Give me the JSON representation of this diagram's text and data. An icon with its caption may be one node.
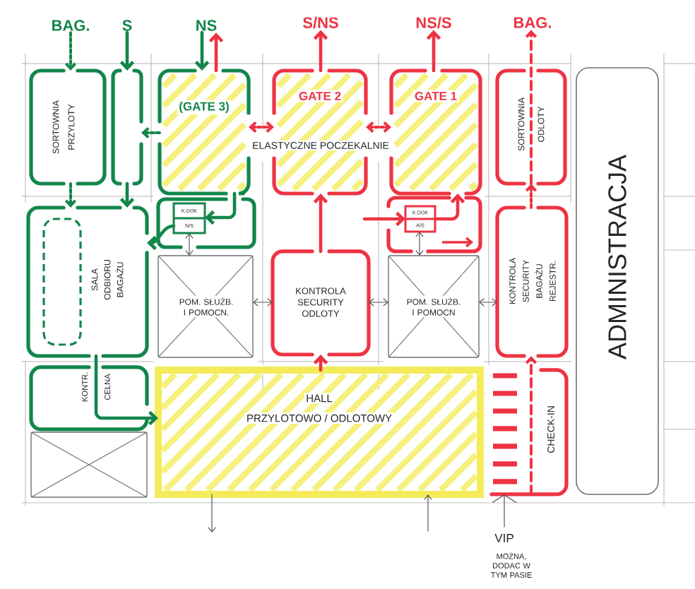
{
  "diagram": {
    "nodes": [
      {
        "text": [
          "BAG."
        ]
      },
      {
        "text": [
          "S"
        ]
      },
      {
        "text": [
          "NS"
        ]
      },
      {
        "text": [
          "S/NS"
        ]
      },
      {
        "text": [
          "NS/S"
        ]
      },
      {
        "text": [
          "BAG."
        ]
      },
      {
        "text": [
          "SORTOWNIA PRZYLOTY"
        ]
      },
      {
        "text": [],
        "shape": "box"
      },
      {
        "text": [
          "(GATE 3)"
        ]
      },
      {
        "text": [
          "GATE 2"
        ]
      },
      {
        "text": [
          "GATE 1"
        ]
      },
      {
        "text": [
          "SORTOWNIA ODLOTY"
        ]
      },
      {
        "text": [
          "ADMINISTRACJA"
        ]
      },
      {
        "text": [
          "SALA ODBIORU BAGAŻU"
        ]
      },
      {
        "text": [],
        "shape": "box"
      },
      {
        "text": [
          "K.DOK",
          "N/S"
        ],
        "in": 14
      },
      {
        "text": [
          "POM. SŁUŻB. I POMOCN."
        ]
      },
      {
        "text": [
          "KONTROLA SECURITY ODLOTY"
        ]
      },
      {
        "text": [],
        "shape": "box"
      },
      {
        "text": [
          "K.DOK",
          "A/S"
        ],
        "in": 18
      },
      {
        "text": [
          "POM. SŁUŻB. I POMOCN"
        ]
      },
      {
        "text": [
          "KONTROLA SECURITY BAGAŻU REJESTR."
        ]
      },
      {
        "text": [
          "KONTR. CELNA"
        ]
      },
      {
        "text": [
          "HALL",
          "PRZYLOTOWO / ODLOTOWY"
        ]
      },
      {
        "text": [
          "CHECK-IN"
        ]
      },
      {
        "text": [],
        "shape": "box"
      },
      {
        "text": [],
        "shape": "box",
        "in": 24
      },
      {
        "text": [
          "VIP",
          "MOŻNA, DODAC W TYM PASIE"
        ]
      }
    ],
    "edges": [
      {
        "from": 0,
        "to": 6,
        "arrow": "to",
        "style": "dashed",
        "color": "#12864b"
      },
      {
        "from": 6,
        "to": 13,
        "arrow": "to",
        "style": "dashed",
        "color": "#12864b"
      },
      {
        "from": 1,
        "to": 7,
        "arrow": "to",
        "color": "#12864b"
      },
      {
        "from": 8,
        "to": 7,
        "arrow": "to",
        "style": "dashed",
        "color": "#12864b"
      },
      {
        "from": 7,
        "to": 13,
        "arrow": "to",
        "color": "#12864b"
      },
      {
        "from": 2,
        "to": 8,
        "arrow": "to",
        "color": "#12864b"
      },
      {
        "from": 8,
        "to": 2,
        "arrow": "to",
        "color": "#ee3342"
      },
      {
        "from": 9,
        "to": 3,
        "arrow": "to",
        "color": "#ee3342"
      },
      {
        "from": 10,
        "to": 4,
        "arrow": "to",
        "color": "#ee3342"
      },
      {
        "from": 11,
        "to": 5,
        "arrow": "to",
        "style": "dashed",
        "color": "#ee3342"
      },
      {
        "from": 8,
        "to": 9,
        "arrow": "both",
        "style": "dashed",
        "color": "#ee3342"
      },
      {
        "from": 9,
        "to": 10,
        "arrow": "both",
        "style": "dashed",
        "color": "#ee3342"
      },
      {
        "from": 8,
        "to": 15,
        "arrow": "to",
        "color": "#12864b"
      },
      {
        "from": 15,
        "to": 13,
        "arrow": "to",
        "color": "#12864b"
      },
      {
        "from": 15,
        "to": 16,
        "arrow": "both",
        "color": "#555555"
      },
      {
        "from": 16,
        "to": 17,
        "arrow": "both",
        "color": "#555555"
      },
      {
        "from": 17,
        "to": 9,
        "arrow": "to",
        "color": "#ee3342"
      },
      {
        "from": null,
        "to": 19,
        "arrow": "to",
        "color": "#ee3342"
      },
      {
        "from": 19,
        "to": 10,
        "arrow": "to",
        "color": "#ee3342"
      },
      {
        "from": 19,
        "to": 20,
        "arrow": "both",
        "color": "#555555"
      },
      {
        "from": 17,
        "to": 20,
        "arrow": "both",
        "color": "#555555"
      },
      {
        "from": 20,
        "to": 21,
        "arrow": "both",
        "color": "#555555"
      },
      {
        "from": 21,
        "to": 11,
        "arrow": "to",
        "style": "dashed",
        "color": "#ee3342"
      },
      {
        "from": 13,
        "to": 22,
        "arrow": "none",
        "color": "#12864b"
      },
      {
        "from": 22,
        "to": 23,
        "arrow": "to",
        "color": "#12864b"
      },
      {
        "from": 23,
        "to": 17,
        "arrow": "to",
        "color": "#ee3342"
      },
      {
        "from": 24,
        "to": 21,
        "arrow": "to",
        "style": "dashed",
        "color": "#ee3342"
      },
      {
        "from": 23,
        "to": null,
        "arrow": "to",
        "color": "#555555"
      },
      {
        "from": null,
        "to": 23,
        "arrow": "to",
        "color": "#555555"
      },
      {
        "from": 27,
        "to": 26,
        "arrow": "to",
        "color": "#555555"
      }
    ],
    "labels": [
      "ELASTYCZNE POCZEKALNIE"
    ]
  }
}
